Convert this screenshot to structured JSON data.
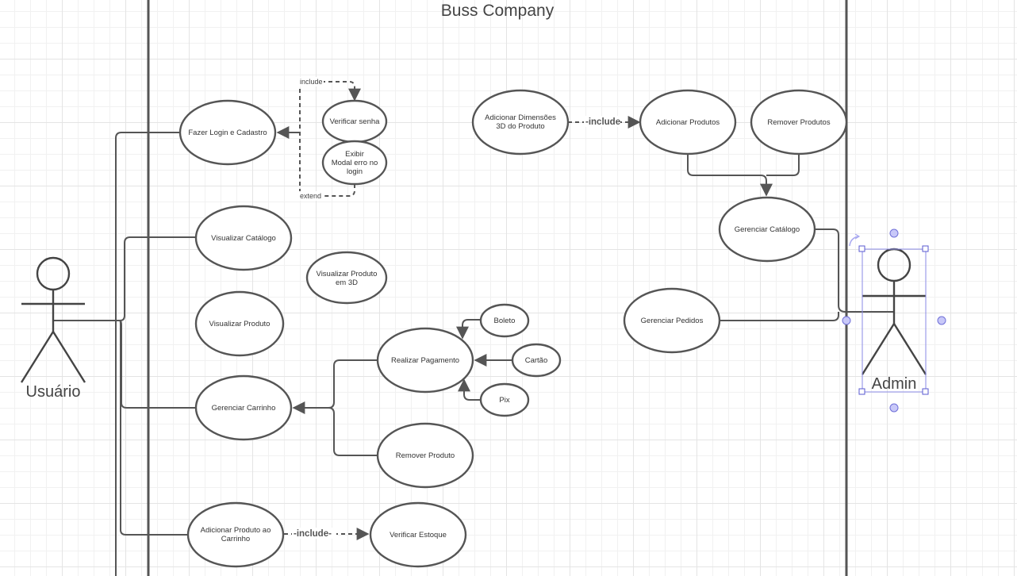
{
  "system": {
    "title": "Buss Company"
  },
  "actors": {
    "user": "Usuário",
    "admin": "Admin"
  },
  "use_cases": {
    "login": [
      "Fazer Login e  Cadastro"
    ],
    "verify_password": [
      "Verificar senha"
    ],
    "login_error": [
      "Exibir",
      "Modal erro no",
      "login"
    ],
    "view_catalog": [
      "Visualizar Catálogo"
    ],
    "view_3d": [
      "Visualizar Produto",
      "em 3D"
    ],
    "view_product": [
      "Visualizar Produto"
    ],
    "manage_cart": [
      "Gerenciar Carrinho"
    ],
    "add_to_cart": [
      "Adicionar Produto ao",
      "Carrinho"
    ],
    "check_stock": [
      "Verificar Estoque"
    ],
    "payment": [
      "Realizar Pagamento"
    ],
    "boleto": [
      "Boleto"
    ],
    "cartao": [
      "Cartão"
    ],
    "pix": [
      "Pix"
    ],
    "remove_product_cart": [
      "Remover Produto"
    ],
    "add_3d_dims": [
      "Adicionar  Dimensões",
      "3D do Produto"
    ],
    "add_products": [
      "Adicionar Produtos"
    ],
    "remove_products": [
      "Remover Produtos"
    ],
    "manage_catalog": [
      "Gerenciar Catálogo"
    ],
    "manage_orders": [
      "Gerenciar Pedidos"
    ]
  },
  "relations": {
    "include_login": "include",
    "extend_login": "extend",
    "include_admin": "-include",
    "include_stock": "-include-"
  }
}
